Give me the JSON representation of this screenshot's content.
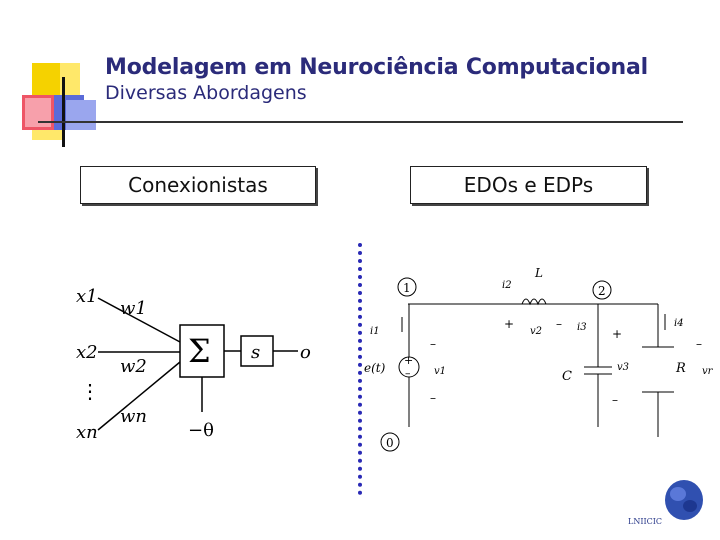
{
  "slide": {
    "title": "Modelagem em Neurociência Computacional",
    "subtitle": "Diversas Abordagens"
  },
  "boxes": {
    "left": "Conexionistas",
    "right": "EDOs e EDPs"
  },
  "perceptron": {
    "inputs": [
      "x1",
      "x2",
      "xn"
    ],
    "weights": [
      "w1",
      "w2",
      "wn"
    ],
    "sum_symbol": "Σ",
    "activation": "s",
    "output": "o",
    "bias": "−θ",
    "dots": "⋮"
  },
  "circuit": {
    "nodes": [
      "1",
      "2",
      "0"
    ],
    "source": "e(t)",
    "labels": {
      "inductor": "L",
      "capacitor": "C",
      "resistor": "R",
      "i1": "i1",
      "i2": "i2",
      "i3": "i3",
      "i4": "i4",
      "v1": "v1",
      "v2": "v2",
      "v3": "v3",
      "vr": "vr",
      "plus": "+",
      "minus": "–"
    }
  },
  "logo": {
    "text": "LNIICIC"
  },
  "colors": {
    "title": "#2b2b7a",
    "divider": "#2a2ab5",
    "deco_yellow": "#f5d200",
    "deco_red": "#ee5566",
    "deco_blue": "#5a6bd8"
  }
}
